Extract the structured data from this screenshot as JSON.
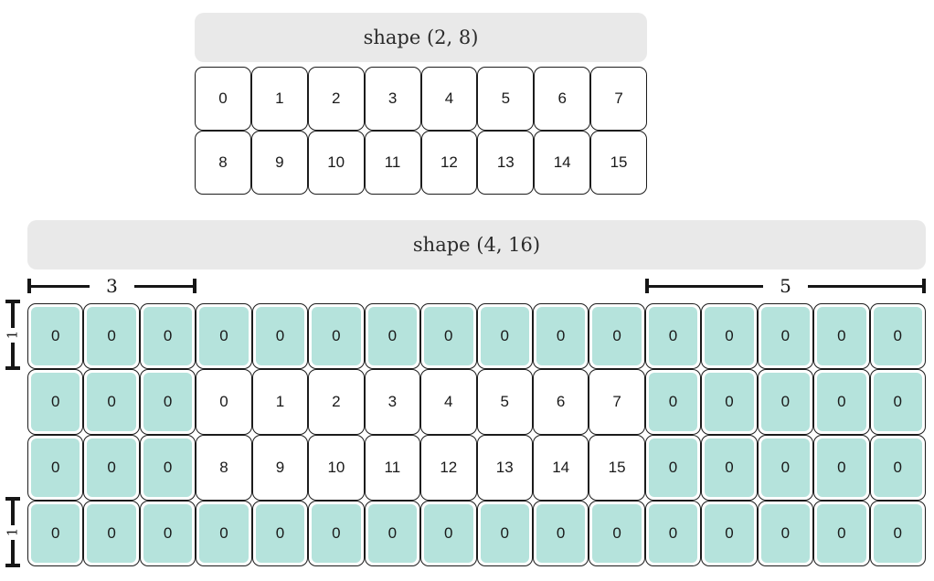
{
  "small_array": {
    "title": "shape (2, 8)",
    "rows": [
      [
        "0",
        "1",
        "2",
        "3",
        "4",
        "5",
        "6",
        "7"
      ],
      [
        "8",
        "9",
        "10",
        "11",
        "12",
        "13",
        "14",
        "15"
      ]
    ]
  },
  "padded_array": {
    "title": "shape (4, 16)",
    "pad_top": 1,
    "pad_bottom": 1,
    "pad_left": 3,
    "pad_right": 5,
    "rows": [
      [
        "0",
        "0",
        "0",
        "0",
        "0",
        "0",
        "0",
        "0",
        "0",
        "0",
        "0",
        "0",
        "0",
        "0",
        "0",
        "0"
      ],
      [
        "0",
        "0",
        "0",
        "0",
        "1",
        "2",
        "3",
        "4",
        "5",
        "6",
        "7",
        "0",
        "0",
        "0",
        "0",
        "0"
      ],
      [
        "0",
        "0",
        "0",
        "8",
        "9",
        "10",
        "11",
        "12",
        "13",
        "14",
        "15",
        "0",
        "0",
        "0",
        "0",
        "0"
      ],
      [
        "0",
        "0",
        "0",
        "0",
        "0",
        "0",
        "0",
        "0",
        "0",
        "0",
        "0",
        "0",
        "0",
        "0",
        "0",
        "0"
      ]
    ]
  },
  "measurements": {
    "pad_left_label": "3",
    "pad_right_label": "5",
    "pad_top_label": "1",
    "pad_bottom_label": "1"
  },
  "colors": {
    "pad_fill": "#b5e3dc",
    "header_bg": "#e9e9e9",
    "border": "#1c1c1c",
    "text": "#1a1a1a"
  }
}
